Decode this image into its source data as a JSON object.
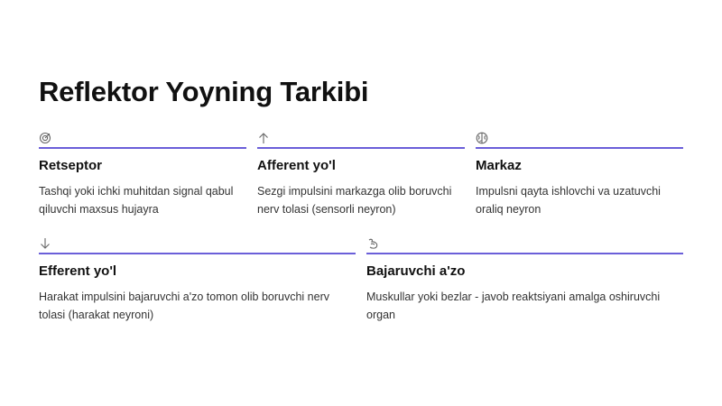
{
  "title": "Reflektor Yoyning Tarkibi",
  "accent_color": "#6b5fd9",
  "cards": [
    {
      "icon": "target-icon",
      "heading": "Retseptor",
      "description": "Tashqi yoki ichki muhitdan signal qabul qiluvchi maxsus hujayra"
    },
    {
      "icon": "arrow-up-icon",
      "heading": "Afferent yo'l",
      "description": "Sezgi impulsini markazga olib boruvchi nerv tolasi (sensorli neyron)"
    },
    {
      "icon": "brain-icon",
      "heading": "Markaz",
      "description": "Impulsni qayta ishlovchi va uzatuvchi oraliq neyron"
    },
    {
      "icon": "arrow-down-icon",
      "heading": "Efferent yo'l",
      "description": "Harakat impulsini bajaruvchi a'zo tomon olib boruvchi nerv tolasi (harakat neyroni)"
    },
    {
      "icon": "muscle-icon",
      "heading": "Bajaruvchi a'zo",
      "description": "Muskullar yoki bezlar - javob reaktsiyani amalga oshiruvchi organ"
    }
  ]
}
